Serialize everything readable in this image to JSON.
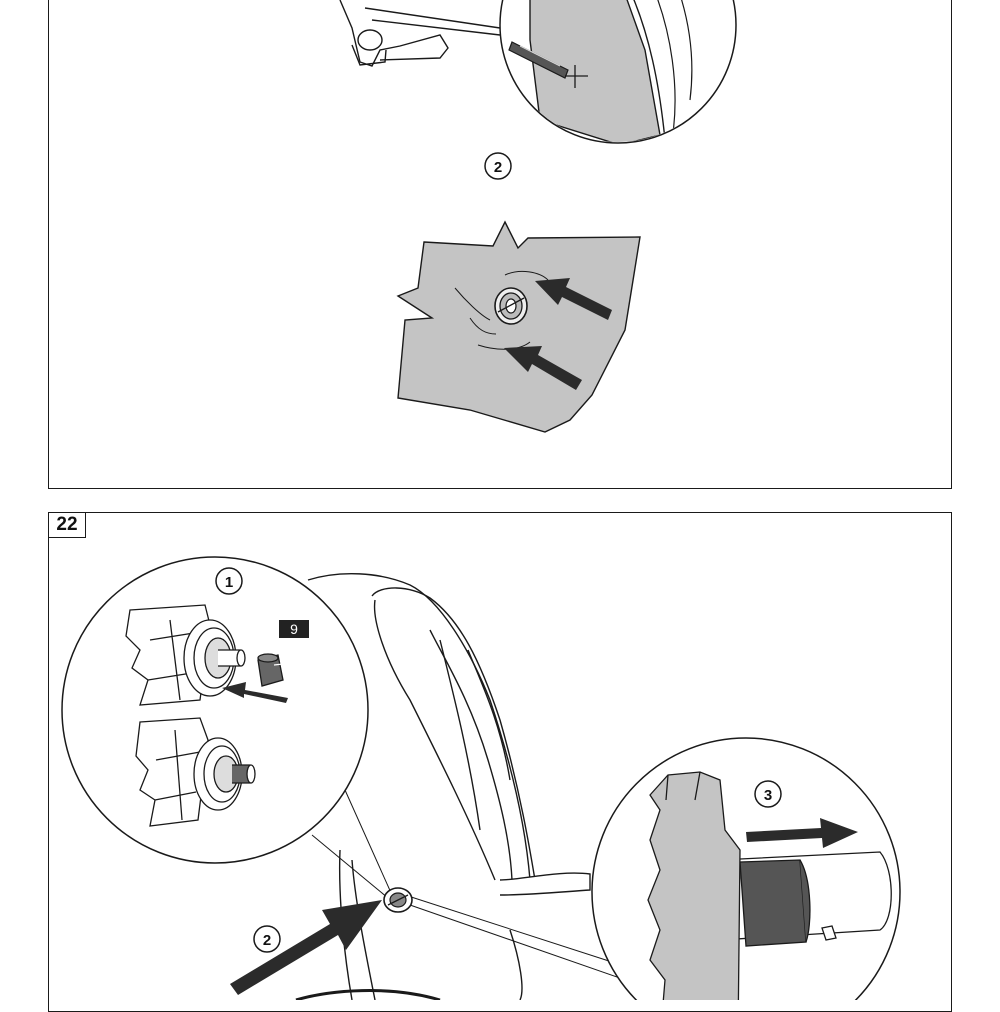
{
  "panel_top": {
    "step_label": "2"
  },
  "panel_bottom": {
    "panel_number": "22",
    "detail_1_label": "1",
    "part_number": "9",
    "step_2_label": "2",
    "detail_3_label": "3"
  },
  "colors": {
    "line": "#1a1a1a",
    "part_fill_gray": "#c4c4c4",
    "arrow_fill": "#2b2b2b",
    "dark_part": "#555555",
    "part_tag_fill": "#222222"
  },
  "icons": {
    "arrow": "push-arrow",
    "screw": "screw-icon",
    "cap": "cap-icon"
  }
}
